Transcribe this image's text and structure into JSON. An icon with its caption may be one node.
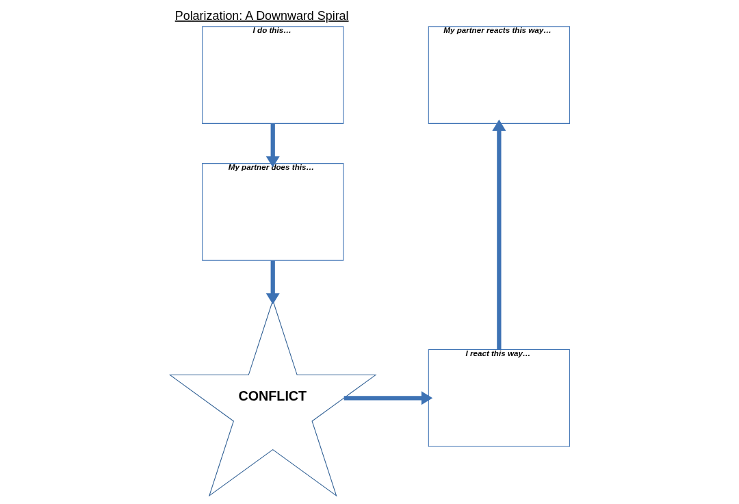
{
  "diagram": {
    "title": "Polarization: A Downward Spiral",
    "nodes": [
      {
        "text": [
          "I do this…"
        ]
      },
      {
        "text": [
          "My partner does this…"
        ]
      },
      {
        "text": [
          "CONFLICT"
        ]
      },
      {
        "text": [
          "I react this way…"
        ]
      },
      {
        "text": [
          "My partner reacts this way…"
        ]
      }
    ],
    "edges": [
      {
        "from": 0,
        "to": 1,
        "arrow": "to"
      },
      {
        "from": 1,
        "to": 2,
        "arrow": "to"
      },
      {
        "from": 2,
        "to": 3,
        "arrow": "to"
      },
      {
        "from": 3,
        "to": 4,
        "arrow": "to"
      }
    ]
  }
}
